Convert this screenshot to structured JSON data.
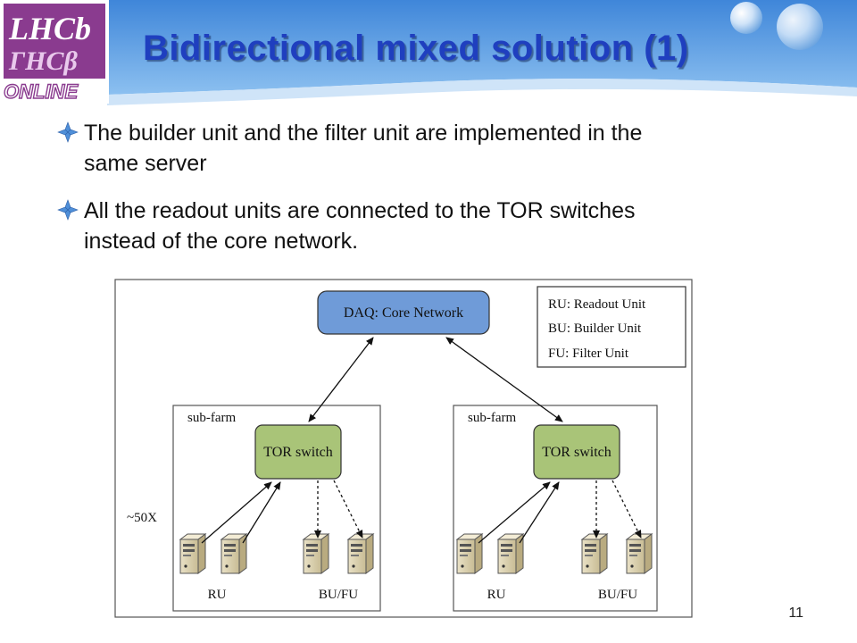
{
  "logo": {
    "line1": "LHCb",
    "line2": "ΓHCβ",
    "line3": "ONLINE"
  },
  "title": "Bidirectional mixed solution (1)",
  "bullets": [
    {
      "line1": "The builder unit and the filter unit are implemented in the",
      "line2": "same server"
    },
    {
      "line1": "All the readout units are connected to the TOR switches",
      "line2": "instead of the core network."
    }
  ],
  "diagram": {
    "core_network": "DAQ: Core Network",
    "legend": [
      "RU: Readout Unit",
      "BU: Builder Unit",
      "FU: Filter Unit"
    ],
    "multiplier": "~50X",
    "subfarms": [
      {
        "label": "sub-farm",
        "switch": "TOR switch",
        "ru_label": "RU",
        "bufu_label": "BU/FU"
      },
      {
        "label": "sub-farm",
        "switch": "TOR switch",
        "ru_label": "RU",
        "bufu_label": "BU/FU"
      }
    ]
  },
  "colors": {
    "title": "#1f3fbf",
    "core_network_fill": "#6f9bd8",
    "switch_fill": "#a9c478",
    "header_blue": "#5f9fe0",
    "logo_purple": "#8a3b8f"
  },
  "page_number": "11"
}
